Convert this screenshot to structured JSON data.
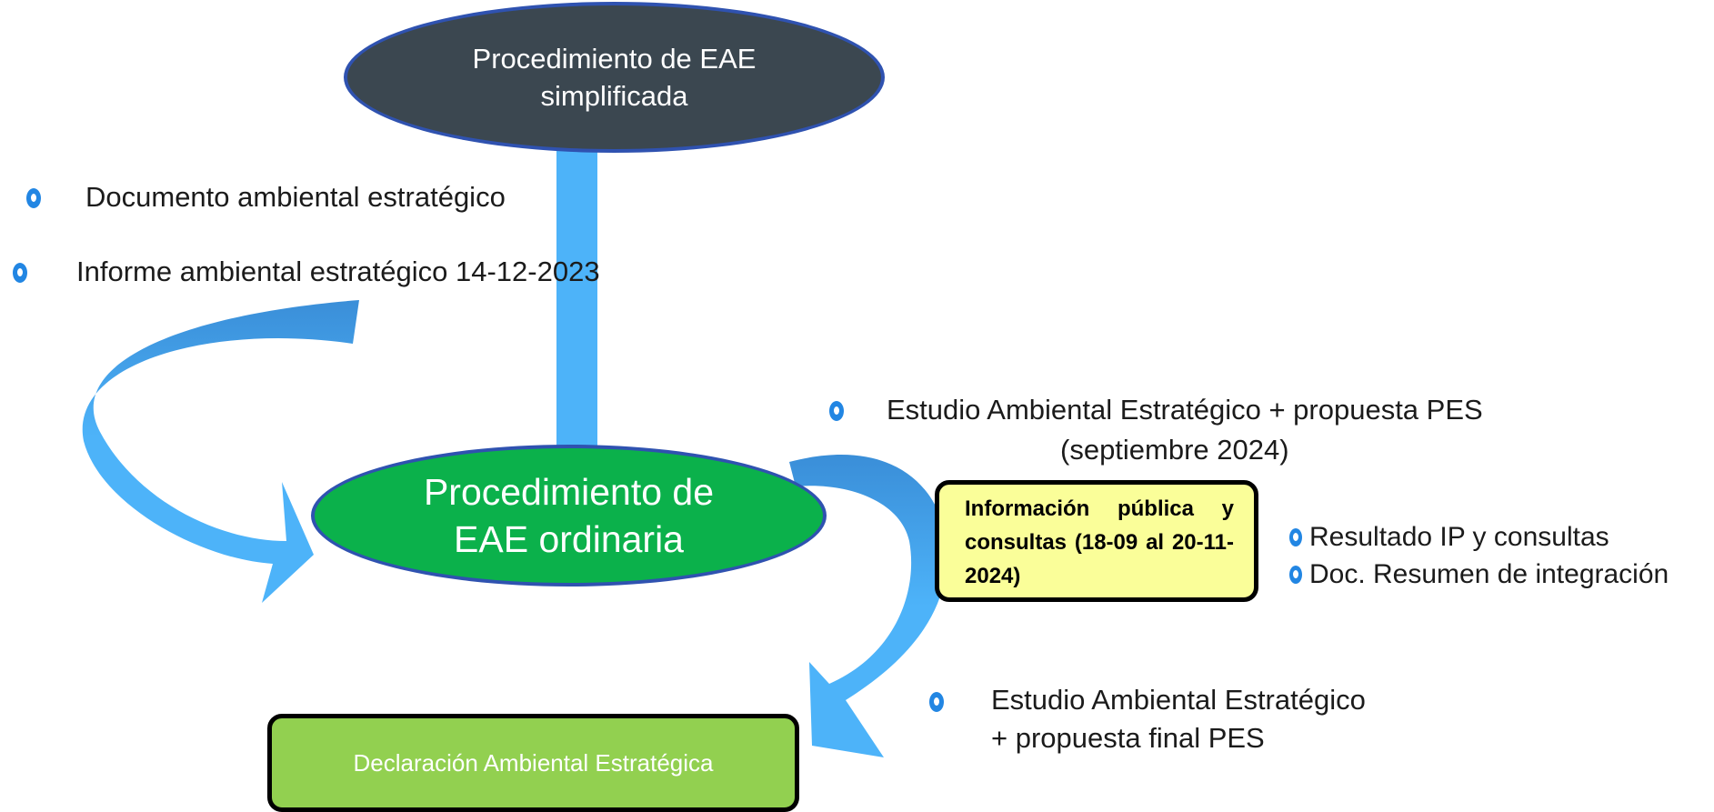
{
  "nodes": {
    "simplificada": "Procedimiento de EAE simplificada",
    "ordinaria": "Procedimiento de EAE ordinaria",
    "informacion_publica": "Información pública y consultas (18-09 al 20-11-2024)",
    "declaracion": "Declaración Ambiental Estratégica"
  },
  "left_items": [
    "Documento ambiental estratégico",
    "Informe ambiental estratégico 14-12-2023"
  ],
  "right_items": {
    "estudio_propuesta_line1": "Estudio Ambiental Estratégico + propuesta PES",
    "estudio_propuesta_line2": "(septiembre 2024)",
    "resultado_ip": "Resultado IP y consultas",
    "doc_resumen": "Doc. Resumen de integración",
    "estudio_final_line1": "Estudio Ambiental Estratégico",
    "estudio_final_line2": "+ propuesta  final PES"
  },
  "colors": {
    "arrow_light": "#4db3f9",
    "arrow_dark": "#3a8ed8",
    "top_ellipse": "#3b4750",
    "mid_ellipse": "#0bb14b",
    "ellipse_border": "#2f52b0",
    "yellow_box": "#fafe99",
    "green_box": "#92d050",
    "bullet": "#2286e3"
  }
}
